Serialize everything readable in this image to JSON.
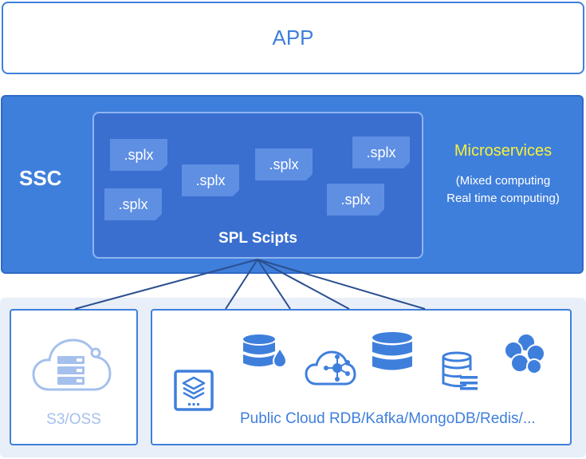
{
  "app": {
    "label": "APP"
  },
  "ssc": {
    "label": "SSC",
    "spl_box": {
      "title": "SPL Scipts",
      "files": [
        ".splx",
        ".splx",
        ".splx",
        ".splx",
        ".splx",
        ".splx"
      ]
    },
    "microservices": {
      "title": "Microservices",
      "sub_line1": "(Mixed computing",
      "sub_line2": "Real time computing)"
    }
  },
  "storage": {
    "s3_label": "S3/OSS",
    "sources_label": "Public Cloud RDB/Kafka/MongoDB/Redis/...",
    "icons": [
      "cloud-server-icon",
      "layers-icon",
      "database-drop-icon",
      "cloud-hub-icon",
      "database-icon",
      "database-list-icon",
      "cluster-icon"
    ]
  },
  "colors": {
    "primary": "#3f7fdc",
    "spl_panel": "#3a6fd0",
    "file_chip": "#5e8fe3",
    "highlight": "#f5f03c",
    "muted": "#a5c0ec",
    "bottom_background": "#e9eff8"
  }
}
